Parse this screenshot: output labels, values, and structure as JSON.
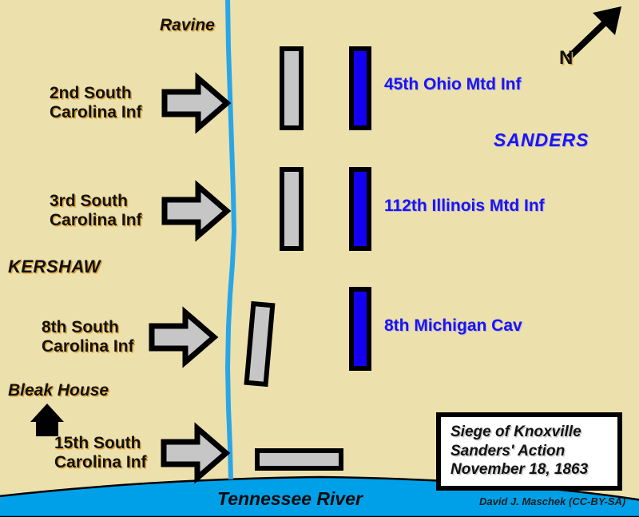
{
  "map": {
    "background_color": "#ece0ac",
    "title_lines": [
      "Siege of Knoxville",
      "Sanders' Action",
      "November 18, 1863"
    ],
    "credit": "David J. Maschek (CC-BY-SA)"
  },
  "colors": {
    "background": "#ece0ac",
    "union_blue": "#1a16ee",
    "union_marker": "#1400f0",
    "confederate_gray": "#c6c6c6",
    "river_blue": "#00a0e8",
    "ravine_blue": "#29a6e8",
    "outline_black": "#000000",
    "title_box_fill": "#ffffff"
  },
  "compass": {
    "label": "N",
    "direction": "northeast",
    "icon": "north-arrow-icon"
  },
  "terrain": {
    "ravine_label": "Ravine",
    "river_label": "Tennessee River",
    "landmark_label": "Bleak House",
    "landmark_icon": "house-icon"
  },
  "commanders": {
    "confederate": "KERSHAW",
    "union": "SANDERS"
  },
  "confederate_units": [
    {
      "label": "2nd South\nCarolina Inf",
      "arrow_icon": "attack-arrow-icon"
    },
    {
      "label": "3rd South\nCarolina Inf",
      "arrow_icon": "attack-arrow-icon"
    },
    {
      "label": "8th South\nCarolina Inf",
      "arrow_icon": "attack-arrow-icon"
    },
    {
      "label": "15th South\nCarolina Inf",
      "arrow_icon": "attack-arrow-icon"
    }
  ],
  "confederate_markers": [
    {
      "name": "csa-marker-1",
      "orientation": "vertical"
    },
    {
      "name": "csa-marker-2",
      "orientation": "vertical"
    },
    {
      "name": "csa-marker-3",
      "orientation": "vertical-tilted"
    },
    {
      "name": "csa-marker-4",
      "orientation": "horizontal"
    }
  ],
  "union_units": [
    {
      "label": "45th Ohio Mtd Inf",
      "marker": "union-marker-1"
    },
    {
      "label": "112th Illinois Mtd Inf",
      "marker": "union-marker-2"
    },
    {
      "label": "8th Michigan Cav",
      "marker": "union-marker-3"
    }
  ]
}
